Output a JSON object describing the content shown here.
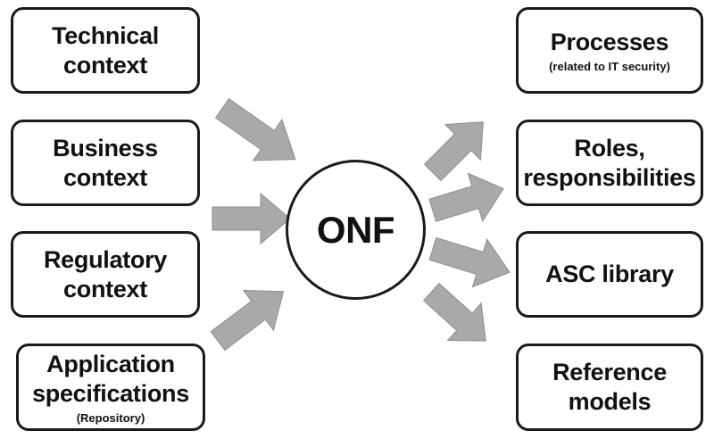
{
  "inputs": [
    {
      "id": "technical",
      "label_lines": [
        "Technical",
        "context"
      ],
      "sub": ""
    },
    {
      "id": "business",
      "label_lines": [
        "Business",
        "context"
      ],
      "sub": ""
    },
    {
      "id": "regulatory",
      "label_lines": [
        "Regulatory",
        "context"
      ],
      "sub": ""
    },
    {
      "id": "application",
      "label_lines": [
        "Application",
        "specifications"
      ],
      "sub": "(Repository)"
    }
  ],
  "center": {
    "label": "ONF"
  },
  "outputs": [
    {
      "id": "processes",
      "label_lines": [
        "Processes"
      ],
      "sub": "(related to IT security)"
    },
    {
      "id": "roles",
      "label_lines": [
        "Roles,",
        "responsibilities"
      ],
      "sub": ""
    },
    {
      "id": "asc",
      "label_lines": [
        "ASC library"
      ],
      "sub": ""
    },
    {
      "id": "reference",
      "label_lines": [
        "Reference",
        "models"
      ],
      "sub": ""
    }
  ],
  "colors": {
    "arrow_fill": "#a9a9a9",
    "box_border": "#1a1a1a",
    "background": "#ffffff"
  }
}
